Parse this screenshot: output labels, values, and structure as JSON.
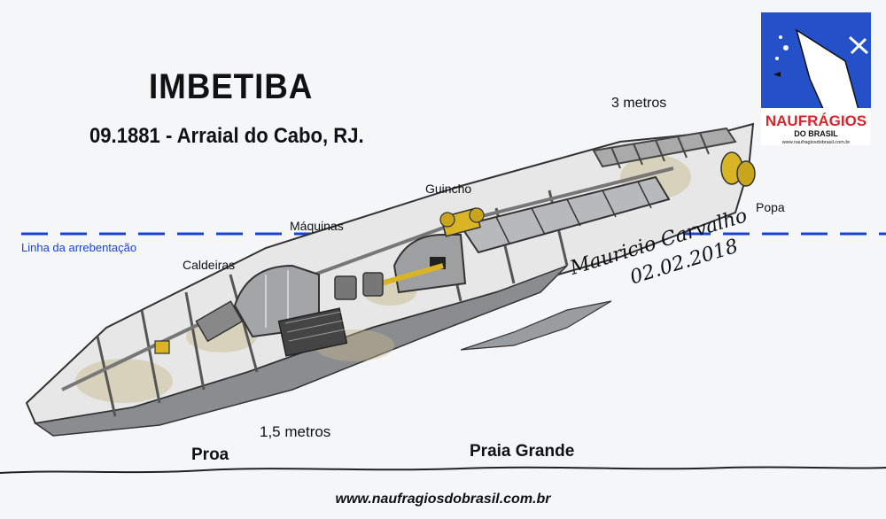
{
  "diagram": {
    "title": "IMBETIBA",
    "subtitle": "09.1881 - Arraial do Cabo, RJ.",
    "labels": {
      "depth_stern": "3 metros",
      "stern": "Popa",
      "winch": "Guincho",
      "engines": "Máquinas",
      "boilers": "Caldeiras",
      "surf_line": "Linha da arrebentação",
      "depth_bow": "1,5 metros",
      "bow": "Proa",
      "beach": "Praia Grande"
    },
    "signature": {
      "author": "Mauricio Carvalho",
      "date": "02.02.2018"
    },
    "footer_url": "www.naufragiosdobrasil.com.br"
  },
  "logo": {
    "name_line1": "NAUFRÁGIOS",
    "name_line2": "DO BRASIL",
    "url": "www.naufragiosdobrasil.com.br"
  },
  "colors": {
    "surf_line": "#1a44d6",
    "hull_gray": "#8a8d90",
    "sediment": "#c8b98c",
    "brass": "#d9b425",
    "logo_blue": "#2451c7",
    "logo_red": "#d8262c"
  }
}
